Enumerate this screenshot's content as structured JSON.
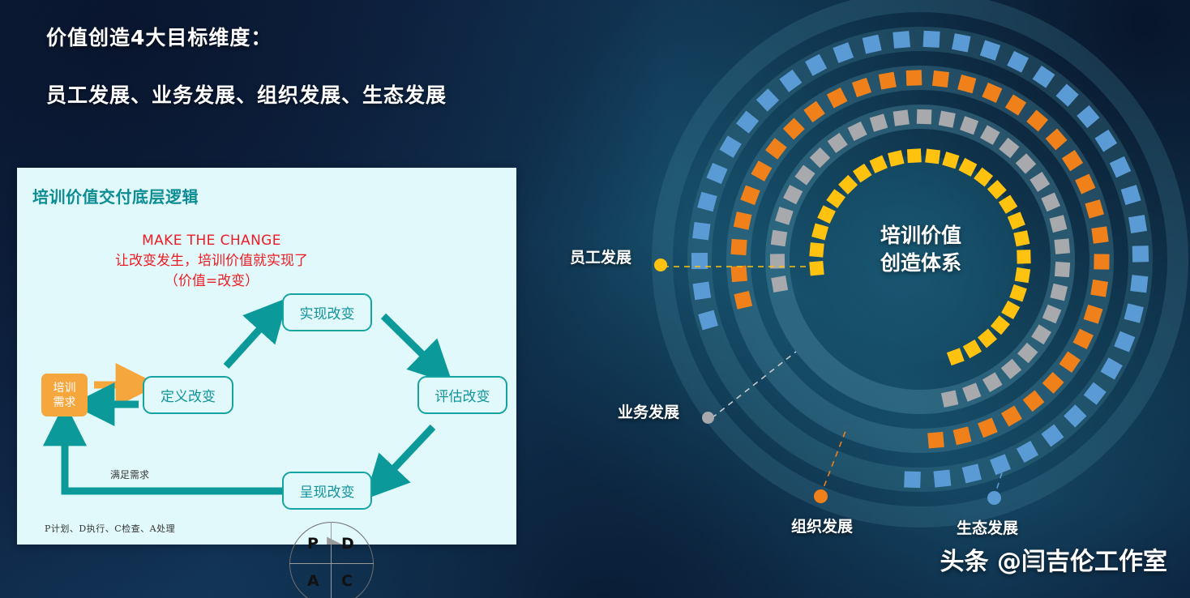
{
  "headline": {
    "line1": "价值创造4大目标维度：",
    "line2": "员工发展、业务发展、组织发展、生态发展"
  },
  "card": {
    "title": "培训价值交付底层逻辑",
    "slogan_en": "MAKE THE CHANGE",
    "slogan_cn": "让改变发生，培训价值就实现了",
    "slogan_note": "（价值=改变）",
    "need_box": {
      "line1": "培训",
      "line2": "需求"
    },
    "boxes": {
      "define": "定义改变",
      "realize": "实现改变",
      "assess": "评估改变",
      "present": "呈现改变"
    },
    "satisfy_label": "满足需求",
    "pdca": {
      "p": "P",
      "d": "D",
      "c": "C",
      "a": "A"
    },
    "footnote": "P计划、D执行、C检查、A处理"
  },
  "wheel": {
    "center_line1": "培训价值",
    "center_line2": "创造体系",
    "legends": [
      {
        "label": "员工发展",
        "color": "#FFC20E",
        "ring": "yellow"
      },
      {
        "label": "业务发展",
        "color": "#A7A9AC",
        "ring": "gray"
      },
      {
        "label": "组织发展",
        "color": "#F0811A",
        "ring": "orange"
      },
      {
        "label": "生态发展",
        "color": "#5B9BD5",
        "ring": "blue"
      }
    ]
  },
  "watermark": "头条 @闫吉伦工作室",
  "colors": {
    "yellow": "#FFC20E",
    "gray": "#A7A9AC",
    "orange": "#F0811A",
    "blue": "#5B9BD5",
    "teal": "#16a3a3",
    "card_bg": "#E2F9FB",
    "red": "#ED1C24",
    "need_orange": "#F5A63C",
    "bg_navy": "#0D1F3E"
  }
}
